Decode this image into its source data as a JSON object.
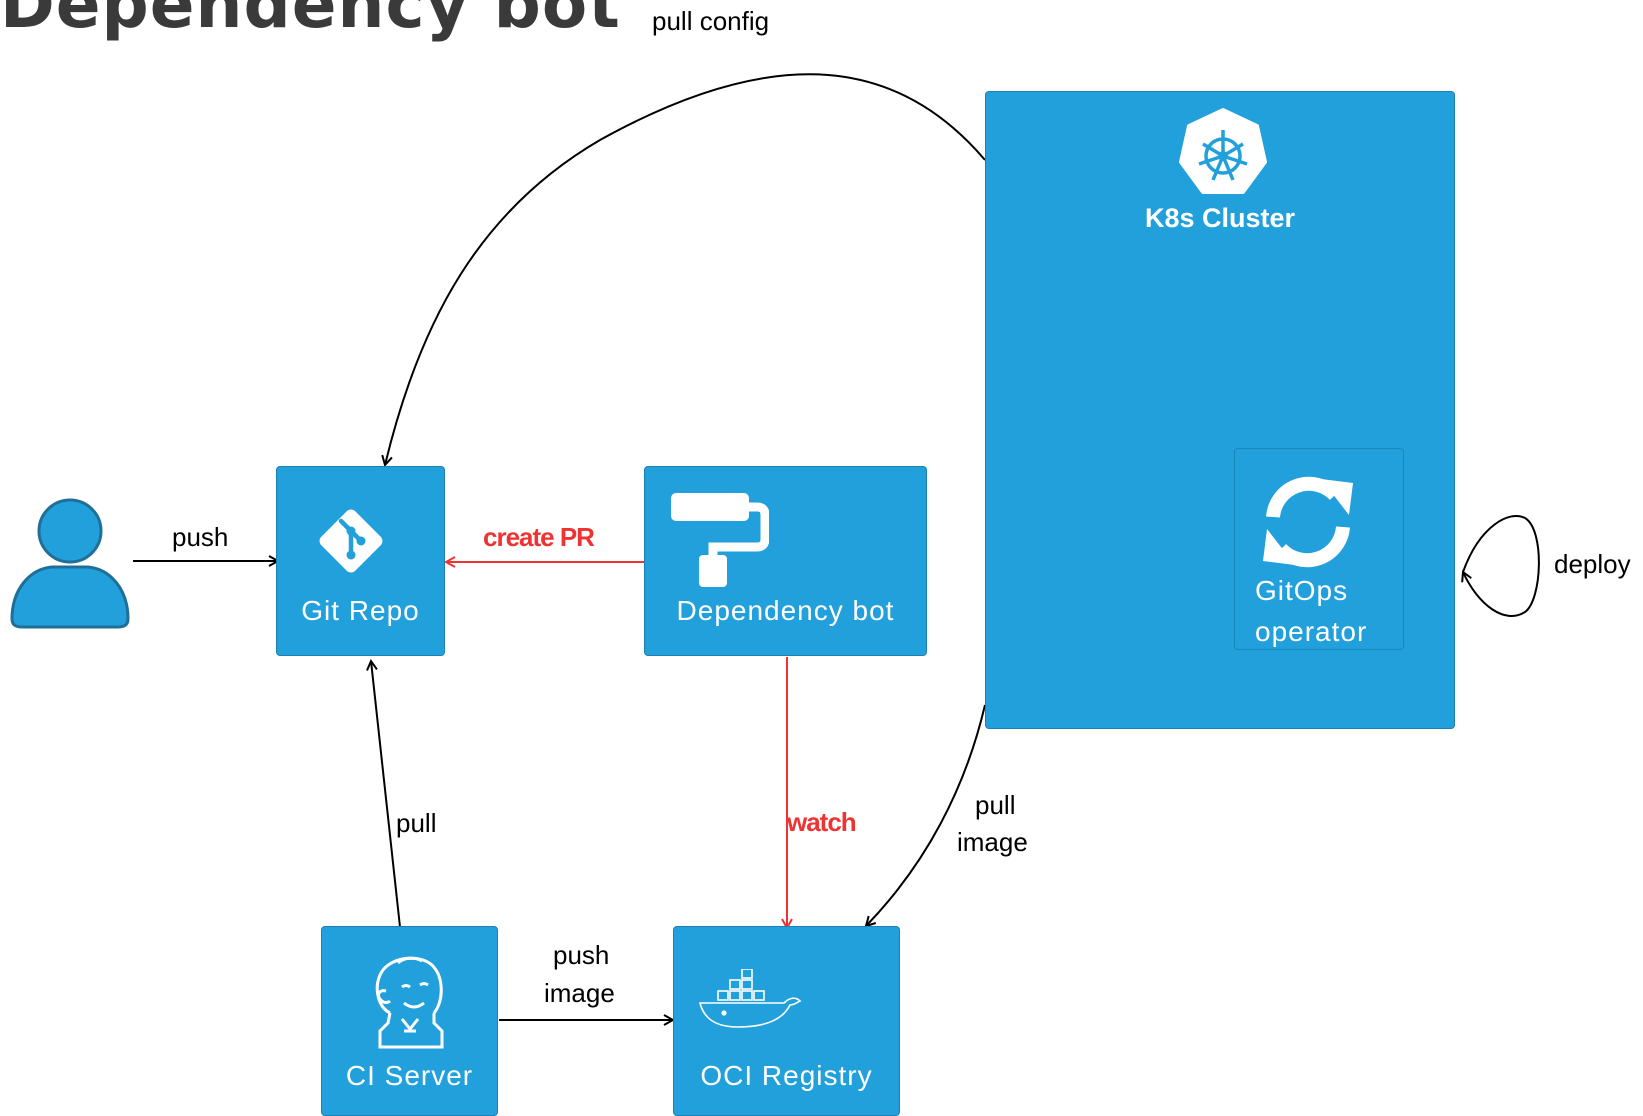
{
  "title": "Dependency bot",
  "nodes": {
    "git_repo": "Git Repo",
    "dependency_bot": "Dependency bot",
    "ci_server": "CI Server",
    "oci_registry": "OCI Registry",
    "k8s_cluster": "K8s Cluster",
    "gitops_operator_line1": "GitOps",
    "gitops_operator_line2": "operator"
  },
  "edges": {
    "pull_config": "pull config",
    "push": "push",
    "create_pr": "create PR",
    "pull": "pull",
    "watch": "watch",
    "push_image_line1": "push",
    "push_image_line2": "image",
    "pull_image_line1": "pull",
    "pull_image_line2": "image",
    "deploy": "deploy"
  },
  "colors": {
    "box": "#22a0dc",
    "box_border": "#1f7fb0",
    "edge_black": "#000000",
    "edge_red": "#ee3333"
  },
  "icons": [
    "user-icon",
    "git-icon",
    "paint-roller-icon",
    "kubernetes-icon",
    "sync-icon",
    "jenkins-icon",
    "docker-icon"
  ]
}
